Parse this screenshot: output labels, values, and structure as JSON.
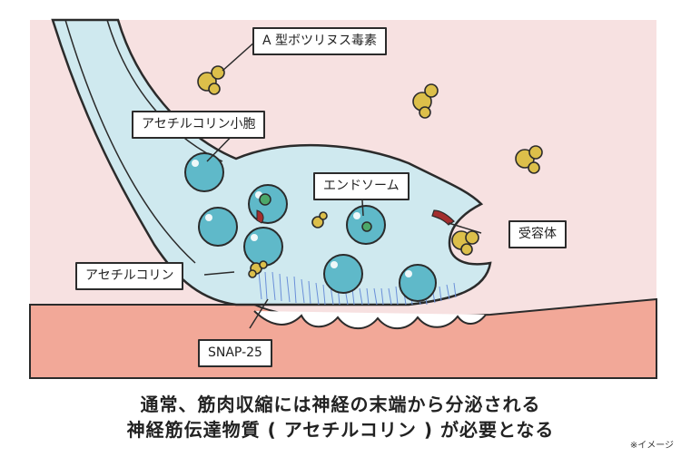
{
  "labels": {
    "botulinum_toxin": "A 型ボツリヌス毒素",
    "ach_vesicle": "アセチルコリン小胞",
    "endosome": "エンドソーム",
    "receptor": "受容体",
    "acetylcholine": "アセチルコリン",
    "snap25": "SNAP-25"
  },
  "caption": {
    "line1": "通常、筋肉収縮には神経の末端から分泌される",
    "line2": "神経筋伝達物質 ( アセチルコリン ) が必要となる"
  },
  "note": "※イメージ",
  "colors": {
    "background_pink": "#f7e1e1",
    "muscle": "#f2a898",
    "neuron_fill": "#cfe9ef",
    "vesicle": "#5fb9c9",
    "toxin": "#dcbf4a",
    "receptor": "#a32e2e",
    "outline": "#2b2b2b"
  }
}
